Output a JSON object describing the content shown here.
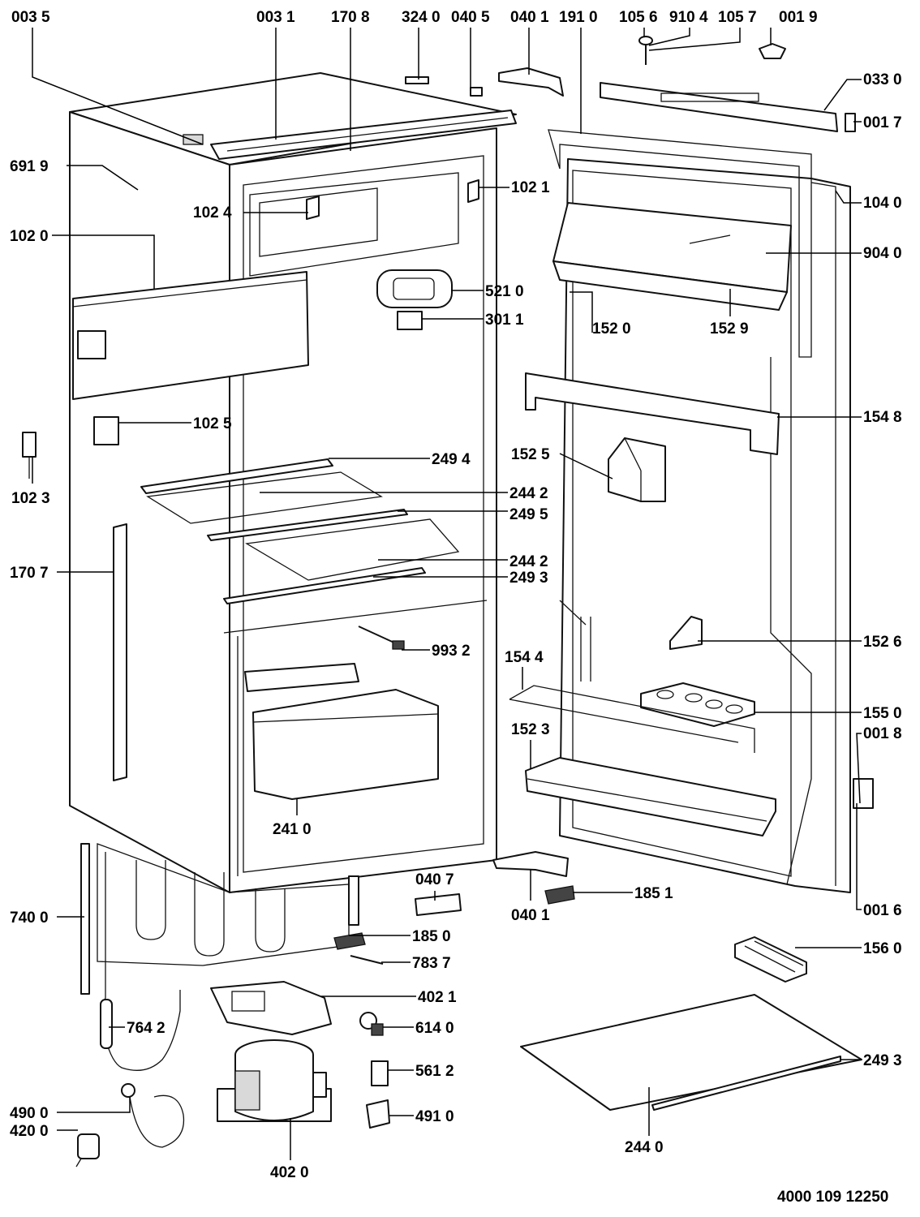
{
  "drawing_number": "4000 109 12250",
  "part_labels": [
    {
      "id": "l0035",
      "text": "003 5"
    },
    {
      "id": "l0031",
      "text": "003 1"
    },
    {
      "id": "l1708",
      "text": "170 8"
    },
    {
      "id": "l3240",
      "text": "324 0"
    },
    {
      "id": "l0405",
      "text": "040 5"
    },
    {
      "id": "l0401t",
      "text": "040 1"
    },
    {
      "id": "l1910",
      "text": "191 0"
    },
    {
      "id": "l1056",
      "text": "105 6"
    },
    {
      "id": "l9104",
      "text": "910 4"
    },
    {
      "id": "l1057",
      "text": "105 7"
    },
    {
      "id": "l0019",
      "text": "001 9"
    },
    {
      "id": "l0330",
      "text": "033 0"
    },
    {
      "id": "l0017",
      "text": "001 7"
    },
    {
      "id": "l6919",
      "text": "691 9"
    },
    {
      "id": "l1021",
      "text": "102 1"
    },
    {
      "id": "l1040",
      "text": "104 0"
    },
    {
      "id": "l1024",
      "text": "102 4"
    },
    {
      "id": "l1020",
      "text": "102 0"
    },
    {
      "id": "l9040",
      "text": "904 0"
    },
    {
      "id": "l5210",
      "text": "521 0"
    },
    {
      "id": "l3011",
      "text": "301 1"
    },
    {
      "id": "l1520",
      "text": "152 0"
    },
    {
      "id": "l1529",
      "text": "152 9"
    },
    {
      "id": "l1025",
      "text": "102 5"
    },
    {
      "id": "l1548",
      "text": "154 8"
    },
    {
      "id": "l1023",
      "text": "102 3"
    },
    {
      "id": "l1525",
      "text": "152 5"
    },
    {
      "id": "l2494",
      "text": "249 4"
    },
    {
      "id": "l2442a",
      "text": "244 2"
    },
    {
      "id": "l2495",
      "text": "249 5"
    },
    {
      "id": "l1707",
      "text": "170 7"
    },
    {
      "id": "l2442b",
      "text": "244 2"
    },
    {
      "id": "l2493a",
      "text": "249 3"
    },
    {
      "id": "l1526",
      "text": "152 6"
    },
    {
      "id": "l9932",
      "text": "993 2"
    },
    {
      "id": "l1544",
      "text": "154 4"
    },
    {
      "id": "l1550",
      "text": "155 0"
    },
    {
      "id": "l1523",
      "text": "152 3"
    },
    {
      "id": "l0018",
      "text": "001 8"
    },
    {
      "id": "l2410",
      "text": "241 0"
    },
    {
      "id": "l0407",
      "text": "040 7"
    },
    {
      "id": "l1851",
      "text": "185 1"
    },
    {
      "id": "l0401b",
      "text": "040 1"
    },
    {
      "id": "l7400",
      "text": "740 0"
    },
    {
      "id": "l0016",
      "text": "001 6"
    },
    {
      "id": "l1850",
      "text": "185 0"
    },
    {
      "id": "l1560",
      "text": "156 0"
    },
    {
      "id": "l7837",
      "text": "783 7"
    },
    {
      "id": "l4021",
      "text": "402 1"
    },
    {
      "id": "l7642",
      "text": "764 2"
    },
    {
      "id": "l6140",
      "text": "614 0"
    },
    {
      "id": "l2493b",
      "text": "249 3"
    },
    {
      "id": "l5612",
      "text": "561 2"
    },
    {
      "id": "l4900",
      "text": "490 0"
    },
    {
      "id": "l4910",
      "text": "491 0"
    },
    {
      "id": "l4200",
      "text": "420 0"
    },
    {
      "id": "l2440",
      "text": "244 0"
    },
    {
      "id": "l4020",
      "text": "402 0"
    }
  ]
}
